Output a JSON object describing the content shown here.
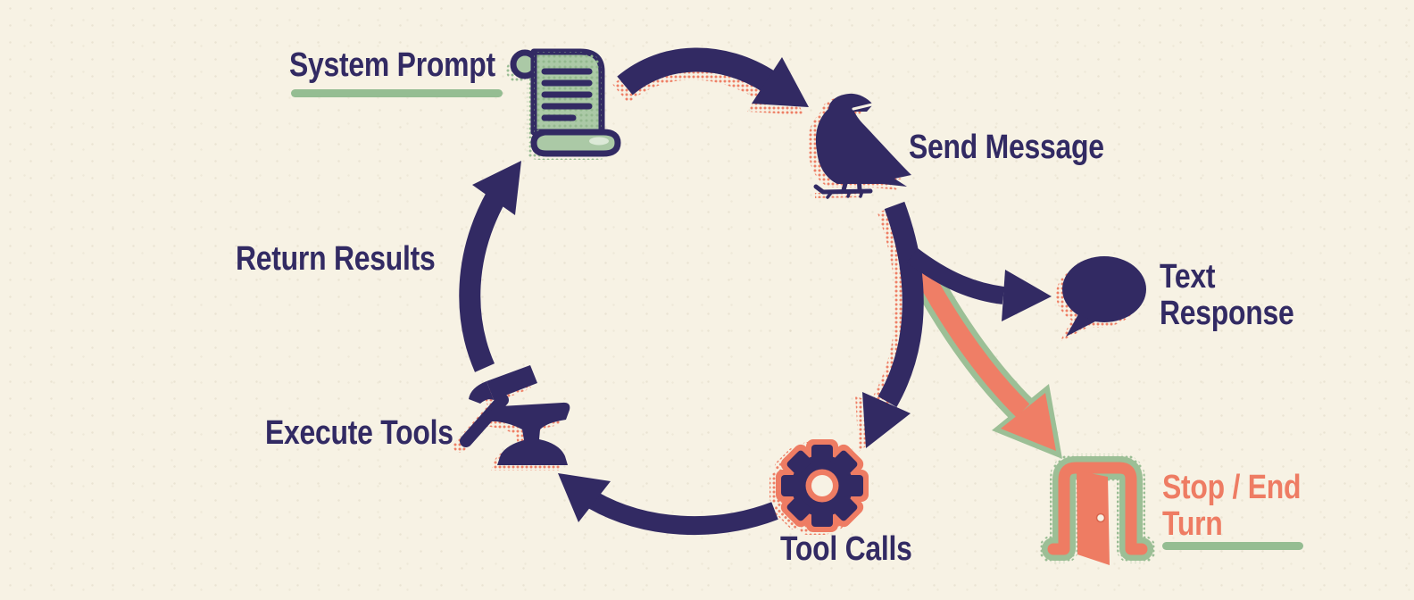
{
  "diagram": {
    "background": "#f7f2e4",
    "palette": {
      "navy": "#322a63",
      "salmon": "#ee7c63",
      "green": "#95bd92",
      "scroll_green": "#abc9a6",
      "cream": "#f7f2e4"
    },
    "nodes": {
      "system_prompt": {
        "label": "System Prompt",
        "icon": "scroll-icon",
        "underlined": true
      },
      "send_message": {
        "label": "Send Message",
        "icon": "raven-icon"
      },
      "text_response": {
        "label": "Text\nResponse",
        "icon": "speech-bubble-icon"
      },
      "stop_end_turn": {
        "label": "Stop / End\nTurn",
        "icon": "open-door-icon",
        "underlined": true
      },
      "tool_calls": {
        "label": "Tool Calls",
        "icon": "gear-icon"
      },
      "execute_tools": {
        "label": "Execute Tools",
        "icon": "hammer-anvil-icon"
      },
      "return_results": {
        "label": "Return Results"
      }
    },
    "edges": [
      {
        "from": "System Prompt",
        "to": "Send Message",
        "color": "navy"
      },
      {
        "from": "Send Message",
        "to": "Text Response",
        "color": "navy"
      },
      {
        "from": "Send Message",
        "to": "Tool Calls",
        "color": "navy"
      },
      {
        "from": "Send Message",
        "to": "Stop / End Turn",
        "color": "salmon"
      },
      {
        "from": "Tool Calls",
        "to": "Execute Tools",
        "color": "navy"
      },
      {
        "from": "Execute Tools",
        "to": "System Prompt",
        "color": "navy",
        "label": "Return Results"
      }
    ]
  }
}
